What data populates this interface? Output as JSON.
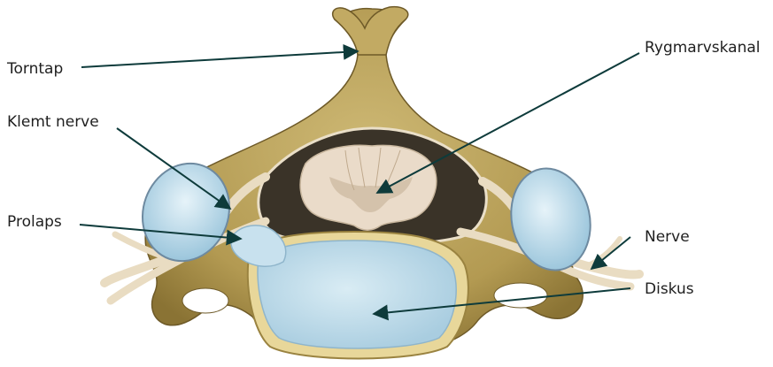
{
  "labels": {
    "torntap": "Torntap",
    "klemt_nerve": "Klemt nerve",
    "prolaps": "Prolaps",
    "rygmarvskanal": "Rygmarvskanal",
    "nerve": "Nerve",
    "diskus": "Diskus"
  },
  "colors": {
    "bone": "#b9a05a",
    "bone_edge": "#6e5a28",
    "canal": "#3a3328",
    "spinal_cord": "#eadbc9",
    "nerve": "#e9dcc2",
    "disc": "#bcd9e8",
    "leader": "#0e3b3b"
  }
}
